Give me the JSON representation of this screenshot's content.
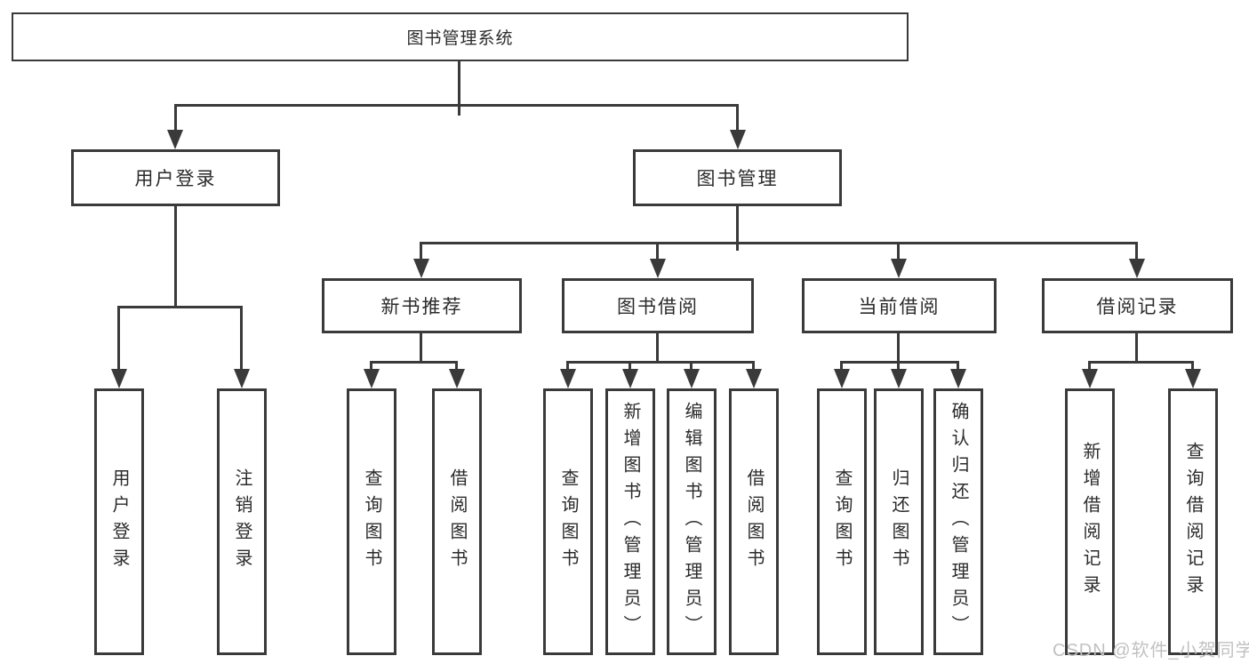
{
  "diagram": {
    "root": {
      "label": "图书管理系统"
    },
    "level2": [
      {
        "label": "用户登录"
      },
      {
        "label": "图书管理"
      }
    ],
    "level3": [
      {
        "label": "新书推荐"
      },
      {
        "label": "图书借阅"
      },
      {
        "label": "当前借阅"
      },
      {
        "label": "借阅记录"
      }
    ],
    "leaves": [
      {
        "label": "用户登录"
      },
      {
        "label": "注销登录"
      },
      {
        "label": "查询图书"
      },
      {
        "label": "借阅图书"
      },
      {
        "label": "查询图书"
      },
      {
        "label": "新增图书（管理员）"
      },
      {
        "label": "编辑图书（管理员）"
      },
      {
        "label": "借阅图书"
      },
      {
        "label": "查询图书"
      },
      {
        "label": "归还图书"
      },
      {
        "label": "确认归还（管理员）"
      },
      {
        "label": "新增借阅记录"
      },
      {
        "label": "查询借阅记录"
      }
    ]
  },
  "watermark": {
    "text": "CSDN @软件_小贺同学"
  },
  "colors": {
    "line": "#3a3a3a",
    "text": "#2b2b2b",
    "watermark": "#c2c1c1",
    "background": "#ffffff"
  }
}
